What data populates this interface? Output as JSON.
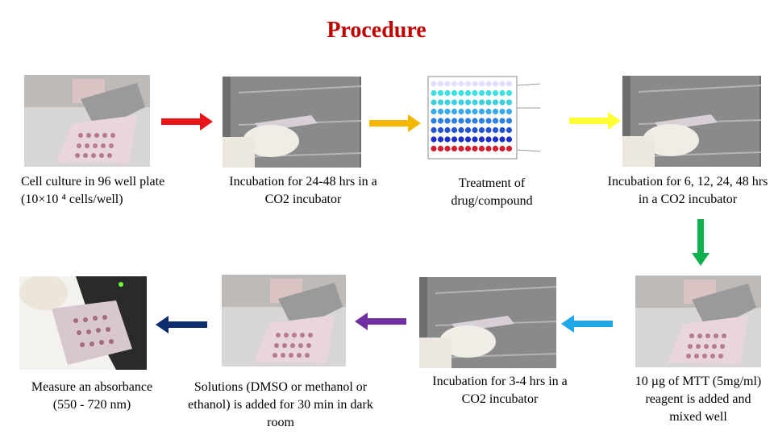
{
  "title": "Procedure",
  "steps": [
    {
      "caption": "Cell culture in 96 well plate (10×10 ⁴ cells/well)"
    },
    {
      "caption": "Incubation for 24-48 hrs in a CO2 incubator"
    },
    {
      "caption": "Treatment of drug/compound"
    },
    {
      "caption": "Incubation for 6, 12, 24, 48 hrs in a CO2 incubator"
    },
    {
      "caption": "10 µg of MTT (5mg/ml) reagent is added and mixed well"
    },
    {
      "caption": "Incubation for 3-4 hrs in a CO2 incubator"
    },
    {
      "caption": "Solutions (DMSO or methanol or ethanol) is added for 30 min in dark room"
    },
    {
      "caption": "Measure an absorbance (550 - 720 nm)"
    }
  ],
  "arrows": [
    {
      "color": "#e8161b",
      "direction": "right"
    },
    {
      "color": "#f5b800",
      "direction": "right"
    },
    {
      "color": "#ffff33",
      "direction": "right"
    },
    {
      "color": "#11b04f",
      "direction": "down"
    },
    {
      "color": "#21a8e8",
      "direction": "left"
    },
    {
      "color": "#7030a0",
      "direction": "left"
    },
    {
      "color": "#0c2d6b",
      "direction": "left"
    }
  ]
}
